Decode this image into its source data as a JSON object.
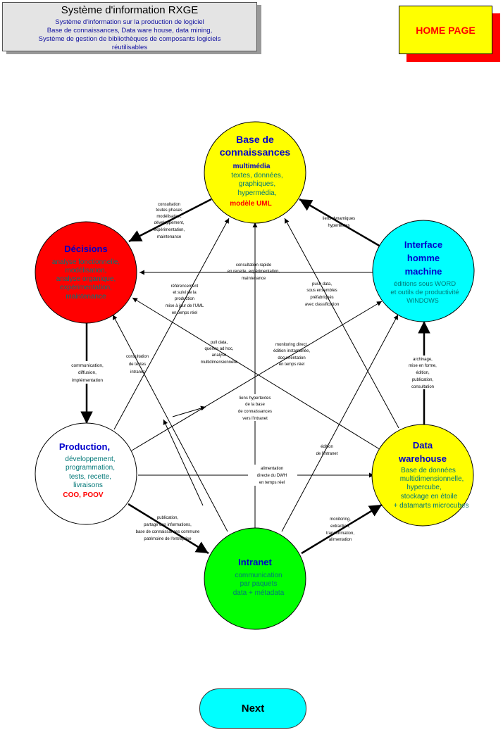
{
  "header": {
    "title": "Système d'information  RXGE",
    "subtitle_lines": [
      "Système d'information sur la production de logiciel",
      "Base de connaissances, Data ware house, data mining,",
      "Système de gestion de bibliothèques de composants logiciels",
      "réutilisables"
    ]
  },
  "home_button": {
    "label": "HOME PAGE"
  },
  "next_button": {
    "label": "Next"
  },
  "nodes": {
    "base": {
      "color": "#ffff00",
      "title": [
        "Base de",
        "connaissances"
      ],
      "subtitle": "multimédia",
      "details": [
        "textes, données,",
        "graphiques,",
        "hypermédia,"
      ],
      "highlight": "modèle UML"
    },
    "decisions": {
      "color": "#ff0000",
      "title": [
        "Décisions"
      ],
      "details": [
        "analyse fonctionnelle,",
        "modélisation,",
        "analyse organique,",
        "expérimentation,",
        "maintenance"
      ]
    },
    "interface": {
      "color": "#00ffff",
      "title": [
        "Interface",
        "homme",
        "machine"
      ],
      "details": [
        "éditions sous WORD",
        "et outils de productivité",
        "WINDOWS"
      ]
    },
    "production": {
      "color": "#ffffff",
      "title": [
        "Production,"
      ],
      "details": [
        "développement,",
        "programmation,",
        "tests, recette,",
        "livraisons"
      ],
      "highlight": "COO, POOV"
    },
    "warehouse": {
      "color": "#ffff00",
      "title": [
        "Data",
        "warehouse"
      ],
      "details": [
        "Base de données",
        "multidimensionnelle,",
        "hypercube,",
        "stockage en étoile",
        "+ datamarts microcubes"
      ]
    },
    "intranet": {
      "color": "#00ff00",
      "title": [
        "Intranet"
      ],
      "details": [
        "communication",
        "par paquets",
        "data + métadata"
      ]
    }
  },
  "edge_labels": {
    "base_to_decisions": [
      "consultation",
      "toutes phases",
      "modélisation,",
      "développement,",
      "expérimentation,",
      "maintenance"
    ],
    "interface_to_base": [
      "liens dynamiques",
      "hypertextes"
    ],
    "interface_to_decisions": [
      "consultation rapide",
      "en recette, expérimentation,",
      "maintenance"
    ],
    "production_to_base": [
      "référencement",
      "et suivi de la",
      "production",
      "mise à jour de l'UML",
      "en temps réel"
    ],
    "warehouse_to_base": [
      "push data,",
      "sous ensembles",
      "préfabriqués",
      "avec classification"
    ],
    "warehouse_to_decisions": [
      "pull data,",
      "queries  ad hoc,",
      "analyse",
      "multidimensionnelle"
    ],
    "production_to_interface": [
      "monitoring direct,",
      "édition instantanée,",
      "documentation",
      "en temps réel"
    ],
    "decisions_to_production": [
      "communication,",
      "diffusion,",
      "implémentation"
    ],
    "production_to_decisions": [
      "consultation",
      "de textes",
      "intranet"
    ],
    "warehouse_to_interface": [
      "archivage,",
      "mise en forme,",
      "édition,",
      "publication,",
      "consultation"
    ],
    "intranet_to_base": [
      "liens hypertextes",
      "de la base",
      "de connaissances",
      "vers l'intranet"
    ],
    "intranet_to_interface": [
      "édition",
      "de l'intranet"
    ],
    "production_to_warehouse": [
      "alimentation",
      "directe du  DWH",
      "en temps réel"
    ],
    "production_to_intranet": [
      "publication,",
      "partage des informations,",
      "base de connaissances commune",
      "patrimoine de l'entreprise"
    ],
    "intranet_to_warehouse": [
      "monitoring,",
      "extraction,",
      "transformation,",
      "alimentation"
    ]
  }
}
